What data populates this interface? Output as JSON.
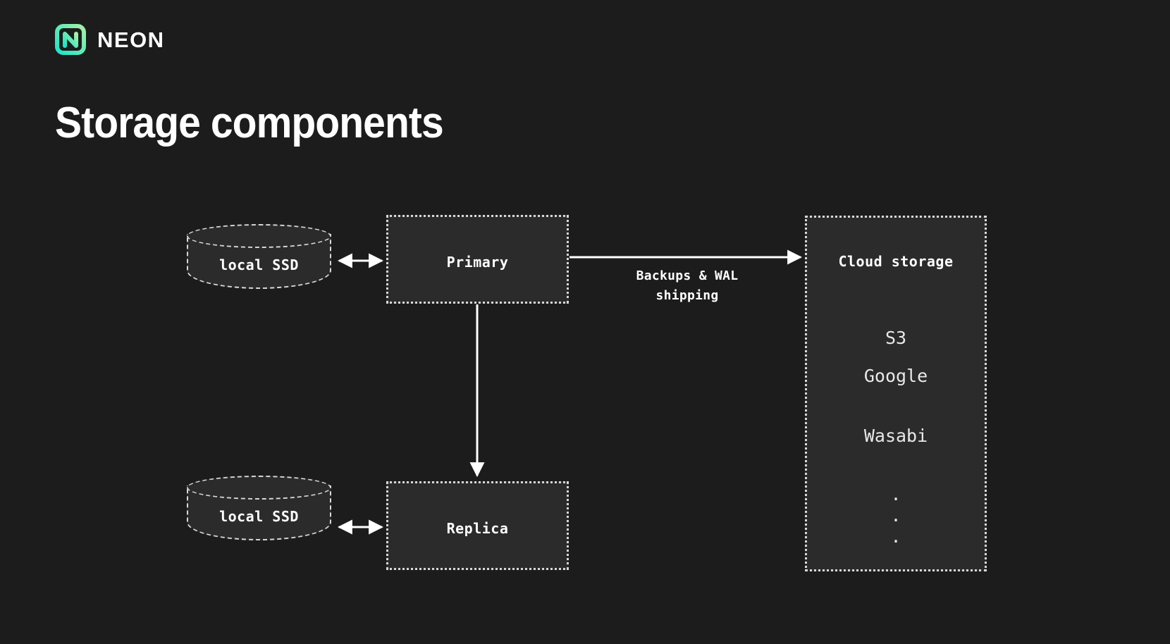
{
  "brand": {
    "name": "NEON",
    "logo_icon": "neon-logo-icon",
    "gradient_from": "#19e6c8",
    "gradient_to": "#9ae6a0"
  },
  "page": {
    "title": "Storage components",
    "background": "#1c1c1c",
    "box_fill": "#2b2b2b",
    "stroke": "#d8d8d8",
    "text": "#ffffff"
  },
  "diagram": {
    "nodes": {
      "primary_ssd": {
        "label": "local SSD",
        "shape": "cylinder"
      },
      "replica_ssd": {
        "label": "local SSD",
        "shape": "cylinder"
      },
      "primary": {
        "label": "Primary",
        "shape": "dotted-box"
      },
      "replica": {
        "label": "Replica",
        "shape": "dotted-box"
      },
      "cloud_storage": {
        "label": "Cloud storage",
        "shape": "dotted-box",
        "providers": [
          "S3",
          "Google",
          "Wasabi"
        ],
        "ellipsis": [
          ".",
          ".",
          "."
        ]
      }
    },
    "edges": {
      "primary_ssd_link": {
        "label": "",
        "direction": "bidirectional"
      },
      "replica_ssd_link": {
        "label": "",
        "direction": "bidirectional"
      },
      "primary_to_replica": {
        "label": "",
        "direction": "down"
      },
      "primary_to_cloud": {
        "label": "Backups & WAL\nshipping",
        "label_line1": "Backups & WAL",
        "label_line2": "shipping",
        "direction": "right"
      }
    }
  }
}
